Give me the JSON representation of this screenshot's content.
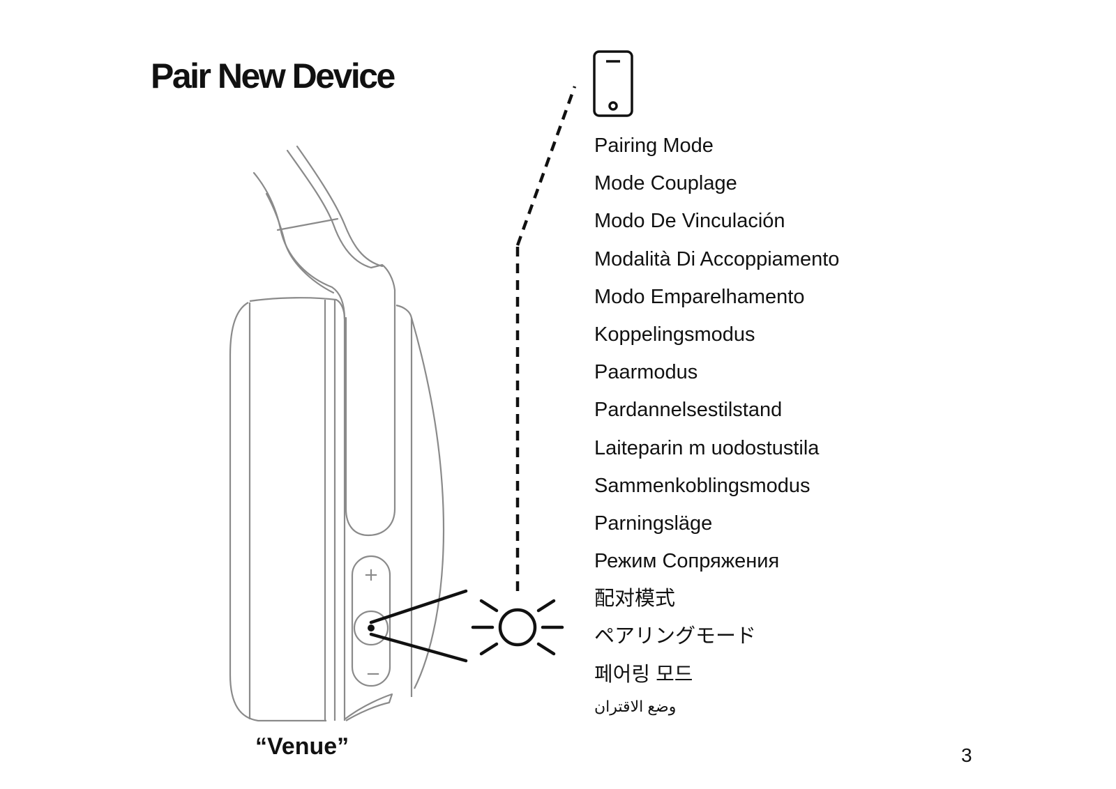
{
  "page": {
    "title": "Pair New Device",
    "caption": "“Venue”",
    "page_number": "3"
  },
  "pairing_mode_labels": [
    "Pairing Mode",
    "Mode Couplage",
    "Modo De Vinculación",
    "Modalità Di Accoppiamento",
    "Modo Emparelhamento",
    "Koppelingsmodus",
    "Paarmodus",
    "Pardannelsestilstand",
    "Laiteparin m uodostustila",
    "Sammenkoblingsmodus",
    "Parningsläge",
    "Режим Сопряжения",
    "配对模式",
    "ペアリングモード",
    "페어링 모드",
    "وضع الاقتران"
  ],
  "illustration": {
    "headphone_buttons": [
      "+",
      "−"
    ],
    "colors": {
      "outline": "#8a8a8a",
      "ink": "#111111"
    }
  }
}
